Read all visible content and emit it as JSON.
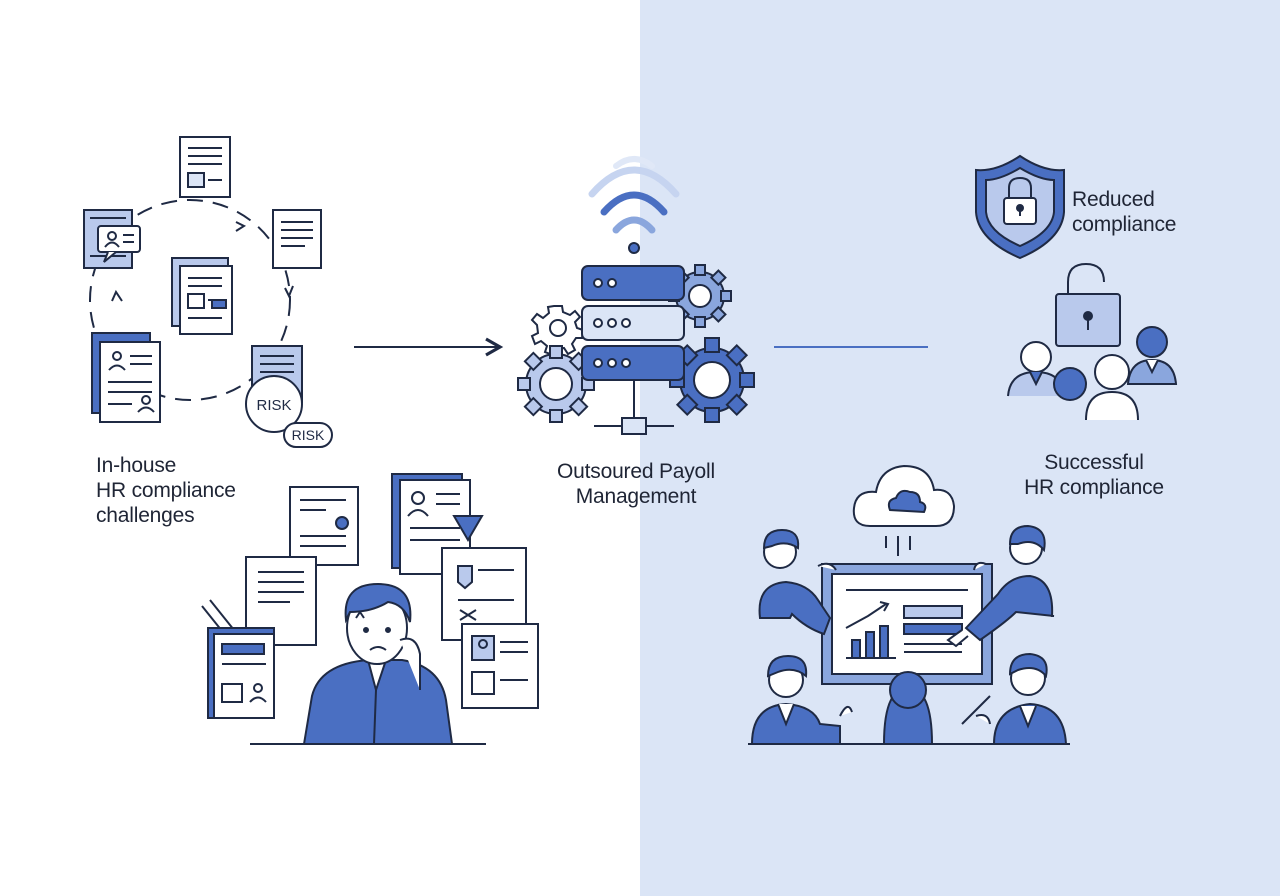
{
  "labels": {
    "in_house": [
      "In-house",
      "HR compliance",
      "challenges"
    ],
    "outsourced": [
      "Outsoured Payoll",
      "Management"
    ],
    "reduced": [
      "Reduced",
      "compliance"
    ],
    "successful": [
      "Successful",
      "HR compliance"
    ]
  },
  "badges": {
    "risk_1": "RISK",
    "risk_2": "RISK"
  },
  "icons": {
    "left": [
      "document-cycle-icon",
      "risk-badge-icon",
      "stressed-worker-icon",
      "paperwork-stack-icon"
    ],
    "center": [
      "wifi-signal-icon",
      "server-stack-icon",
      "gear-icon"
    ],
    "right": [
      "shield-lock-icon",
      "padlock-icon",
      "team-icon",
      "cloud-icon",
      "presentation-board-icon",
      "collaborating-team-icon"
    ]
  },
  "colors": {
    "accent": "#4a6fc2",
    "accent_light": "#8aa6dd",
    "line": "#1f2a44",
    "background_right": "#dbe5f6",
    "background_left": "#ffffff"
  }
}
